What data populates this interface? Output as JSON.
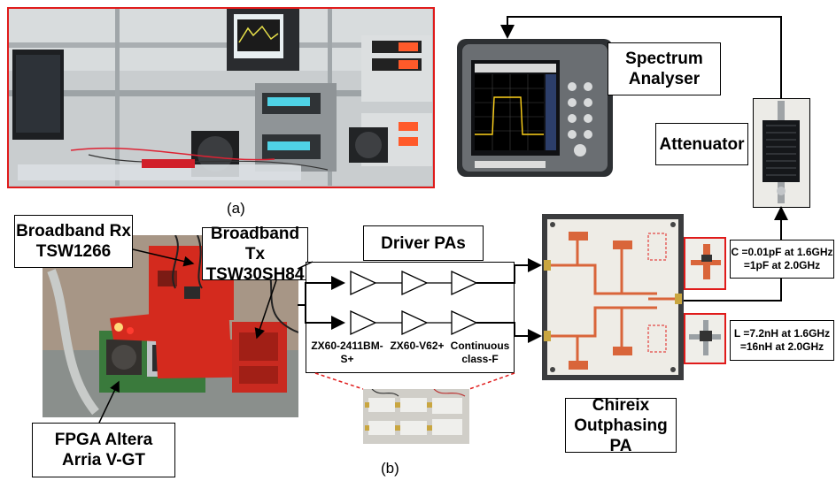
{
  "captions": {
    "a": "(a)",
    "b": "(b)"
  },
  "labels": {
    "spectrum_analyser": [
      "Spectrum",
      "Analyser"
    ],
    "attenuator": "Attenuator",
    "broadband_rx": [
      "Broadband Rx",
      "TSW1266"
    ],
    "broadband_tx": [
      "Broadband Tx",
      "TSW30SH84"
    ],
    "driver_pas": "Driver PAs",
    "fpga": [
      "FPGA Altera",
      "Arria V-GT"
    ],
    "chireix": [
      "Chireix",
      "Outphasing PA"
    ],
    "capacitor": [
      "C =0.01pF at 1.6GHz",
      "=1pF at 2.0GHz"
    ],
    "inductor": [
      "L =7.2nH at 1.6GHz",
      "=16nH at 2.0GHz"
    ]
  },
  "amplifiers": [
    [
      "ZX60-2411BM-",
      "S+"
    ],
    [
      "ZX60-V62+"
    ],
    [
      "Continuous",
      "class-F"
    ]
  ],
  "colors": {
    "highlight_red": "#e01b1b",
    "pcb_red": "#d42a1e",
    "board_white": "#eeece6",
    "trace_copper": "#d9653a"
  }
}
